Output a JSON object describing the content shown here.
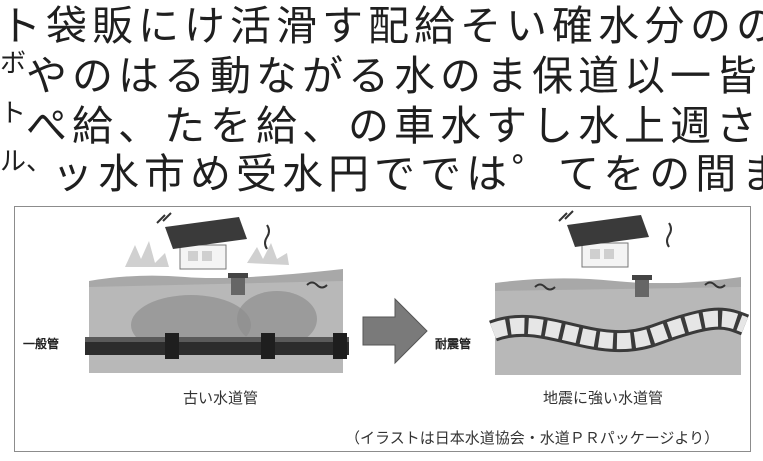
{
  "paragraph": {
    "line1": "ト袋販にけ活滑す配給そい確水分ののて",
    "line2_small": "ボ",
    "line2": "やのはる動ながる水のま保道以一皆は",
    "line3_small": "ト",
    "line3": "ぺ給、たを給、の車水すし水上週さ市",
    "line4_small": "ル、",
    "line4": "ッ水市め受水円ででは゜てをの間ま民"
  },
  "figure": {
    "left_label": "一般管",
    "left_caption": "古い水道管",
    "right_label": "耐震管",
    "right_caption": "地震に強い水道管",
    "credit": "（イラストは日本水道協会・水道ＰＲパッケージより）"
  }
}
